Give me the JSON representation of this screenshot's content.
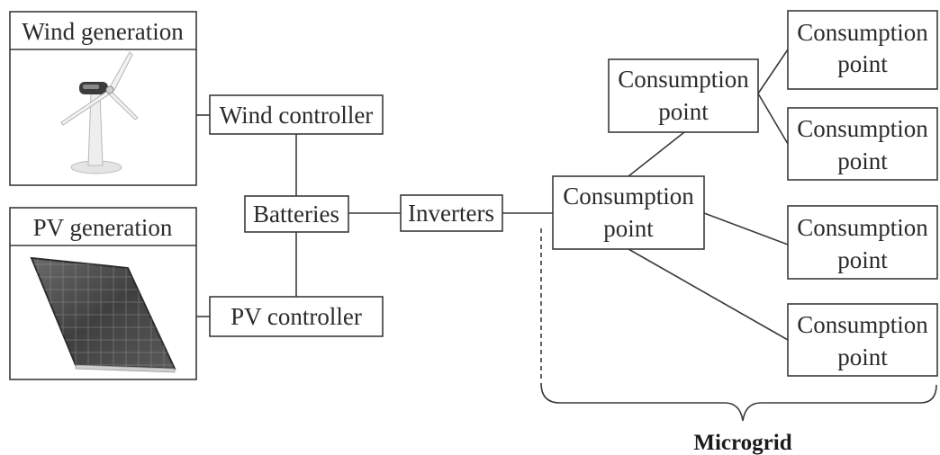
{
  "wind_generation": {
    "label": "Wind generation",
    "image": "wind-turbine-icon"
  },
  "pv_generation": {
    "label": "PV generation",
    "image": "solar-panel-icon"
  },
  "wind_controller": {
    "label": "Wind controller"
  },
  "pv_controller": {
    "label": "PV controller"
  },
  "batteries": {
    "label": "Batteries"
  },
  "inverters": {
    "label": "Inverters"
  },
  "consumption_points": [
    {
      "line1": "Consumption",
      "line2": "point"
    },
    {
      "line1": "Consumption",
      "line2": "point"
    },
    {
      "line1": "Consumption",
      "line2": "point"
    },
    {
      "line1": "Consumption",
      "line2": "point"
    },
    {
      "line1": "Consumption",
      "line2": "point"
    },
    {
      "line1": "Consumption",
      "line2": "point"
    }
  ],
  "microgrid": {
    "label": "Microgrid"
  },
  "colors": {
    "stroke": "#3a3a3a",
    "text": "#2b2b2b",
    "background": "#ffffff"
  }
}
